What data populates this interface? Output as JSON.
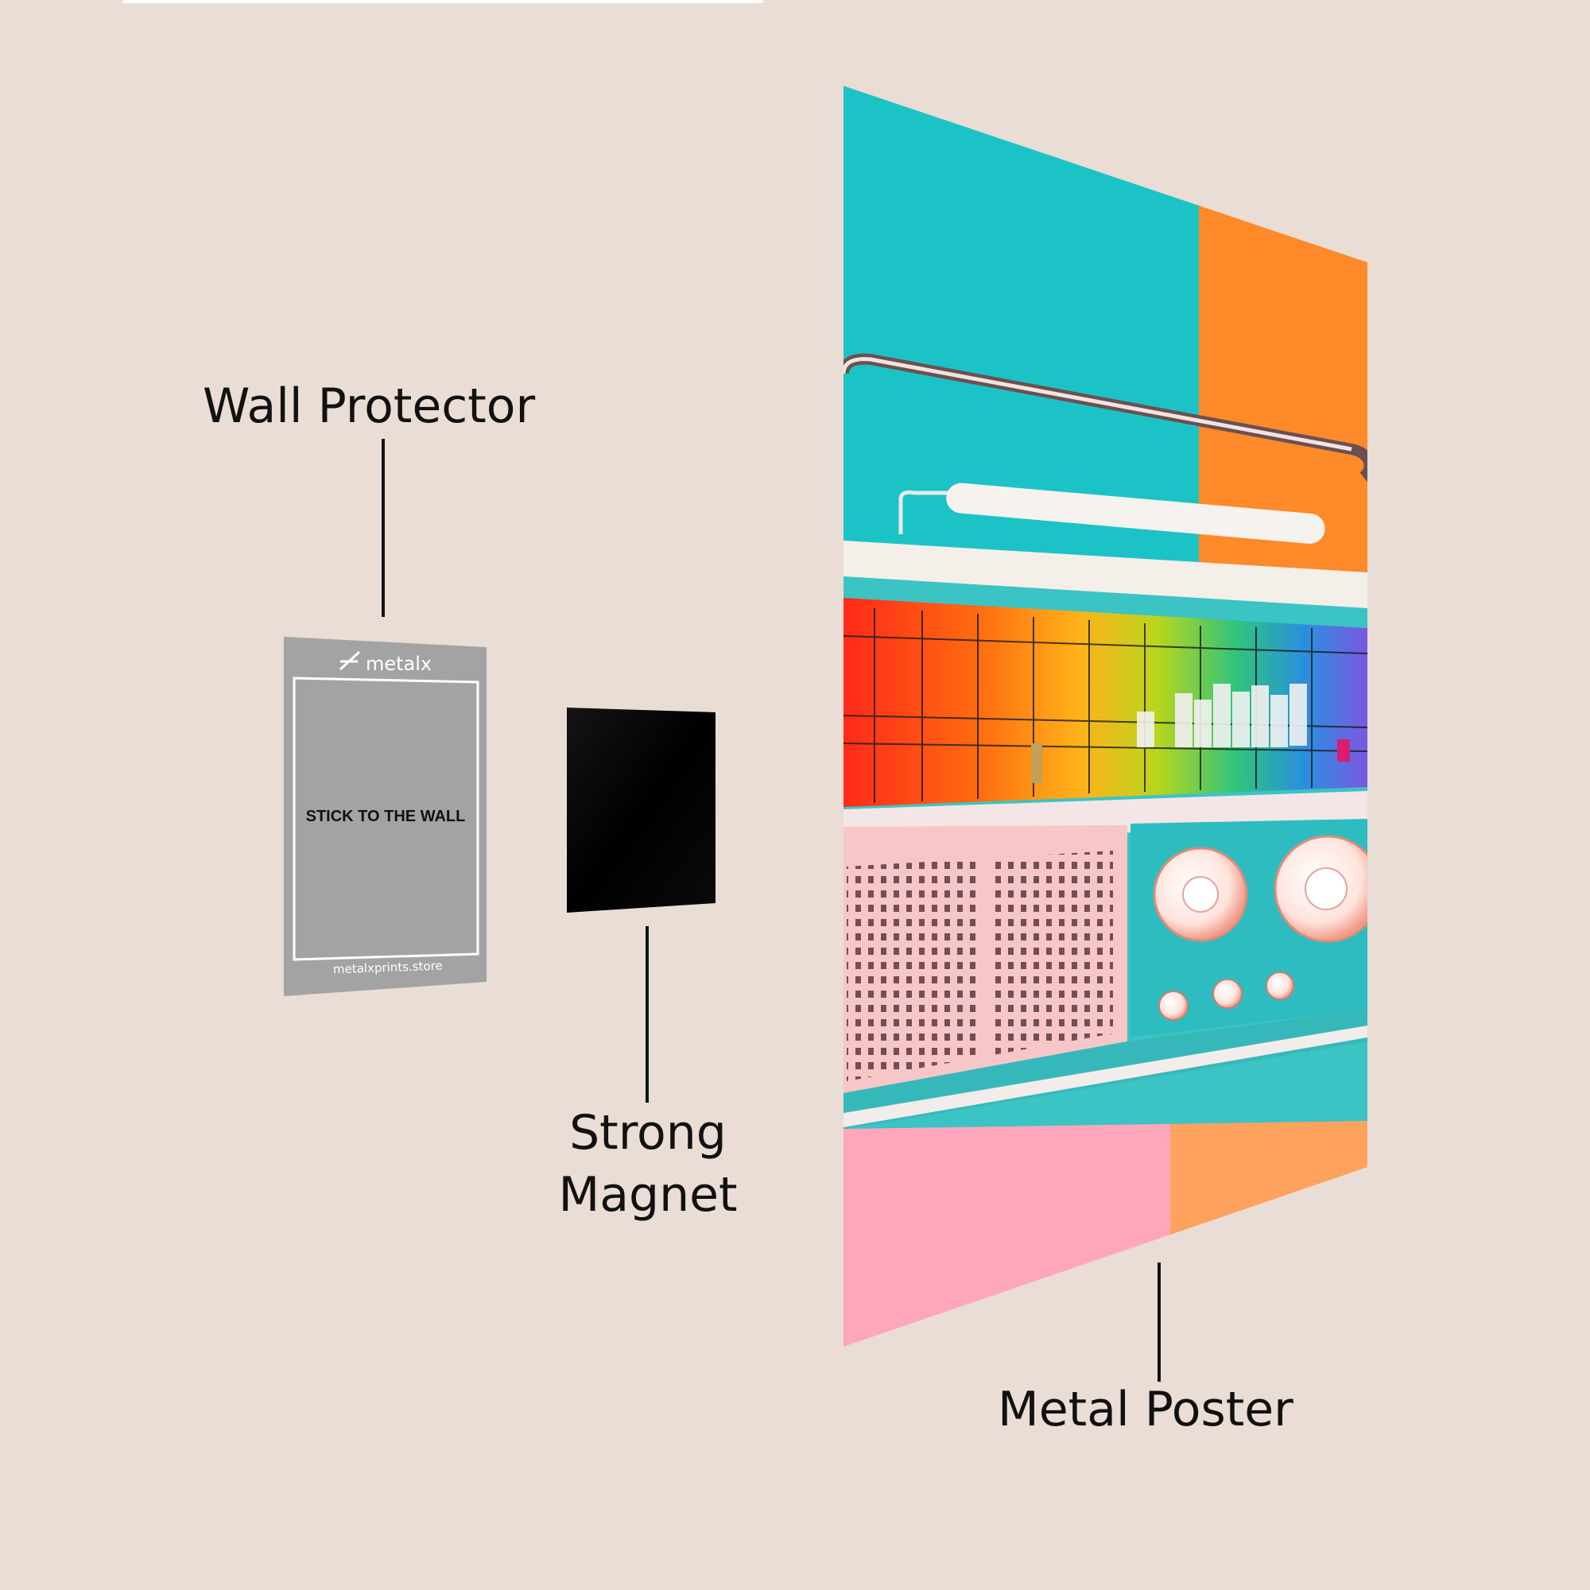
{
  "labels": {
    "wall_protector": "Wall Protector",
    "strong_magnet_line1": "Strong",
    "strong_magnet_line2": "Magnet",
    "metal_poster": "Metal Poster"
  },
  "protector_card": {
    "brand": "metalx",
    "instruction": "STICK TO THE WALL",
    "website": "metalxprints.store"
  },
  "colors": {
    "background": "#e9ddd5",
    "protector_gray": "#a3a3a3",
    "magnet_black": "#050505",
    "poster_teal": "#1cc3c6",
    "poster_orange": "#ff8a2a",
    "poster_pink": "#ffa6bd"
  },
  "icons": {
    "brand_logo": "metalx-logo-icon",
    "poster_art": "retro-radio-illustration"
  }
}
